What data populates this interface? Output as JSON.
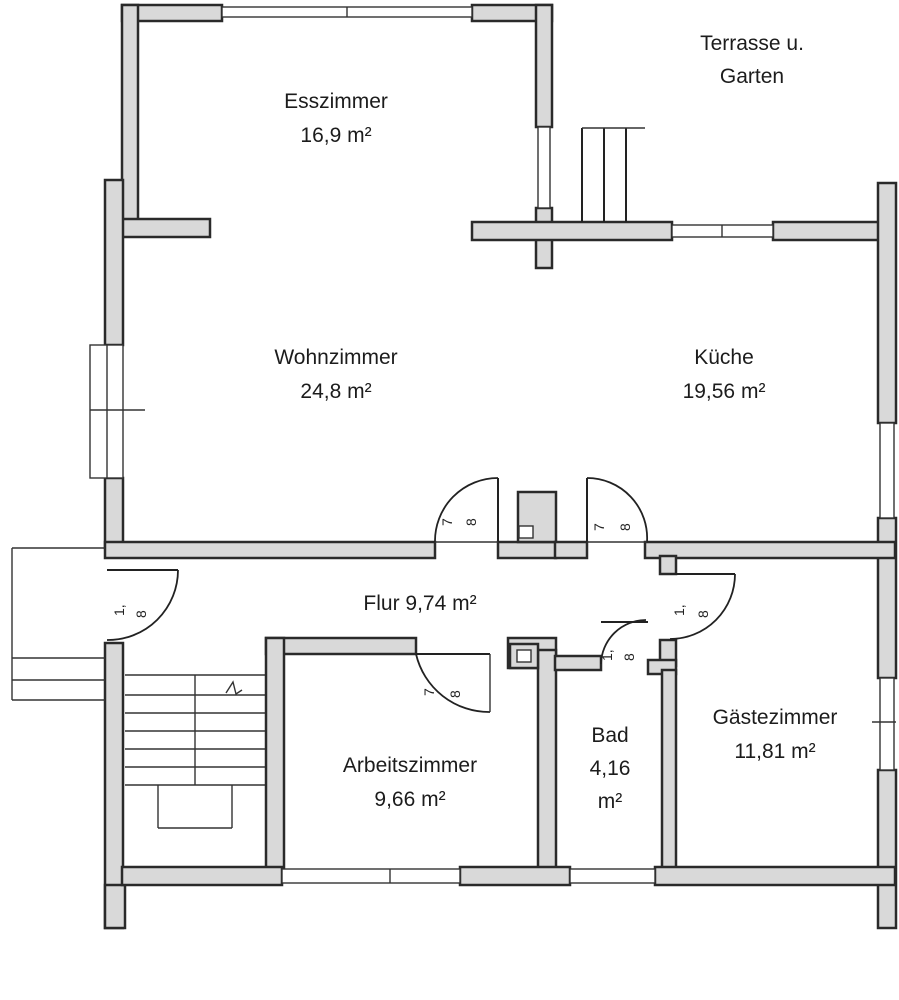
{
  "rooms": {
    "esszimmer": {
      "name": "Esszimmer",
      "area": "16,9 m²"
    },
    "wohnzimmer": {
      "name": "Wohnzimmer",
      "area": "24,8 m²"
    },
    "kueche": {
      "name": "Küche",
      "area": "19,56 m²"
    },
    "flur": {
      "name": "Flur 9,74 m²"
    },
    "arbeitszimmer": {
      "name": "Arbeitszimmer",
      "area": "9,66 m²"
    },
    "bad": {
      "name": "Bad",
      "area": "4,16",
      "unit": "m²"
    },
    "gaestezimmer": {
      "name": "Gästezimmer",
      "area": "11,81 m²"
    }
  },
  "outdoor": {
    "line1": "Terrasse u.",
    "line2": "Garten"
  },
  "door_marks": {
    "m1": "1,",
    "m2": "8",
    "m3": "8",
    "m4": "7"
  },
  "colors": {
    "wall_fill": "#d9d9d9",
    "ink": "#222222",
    "paper": "#ffffff"
  }
}
